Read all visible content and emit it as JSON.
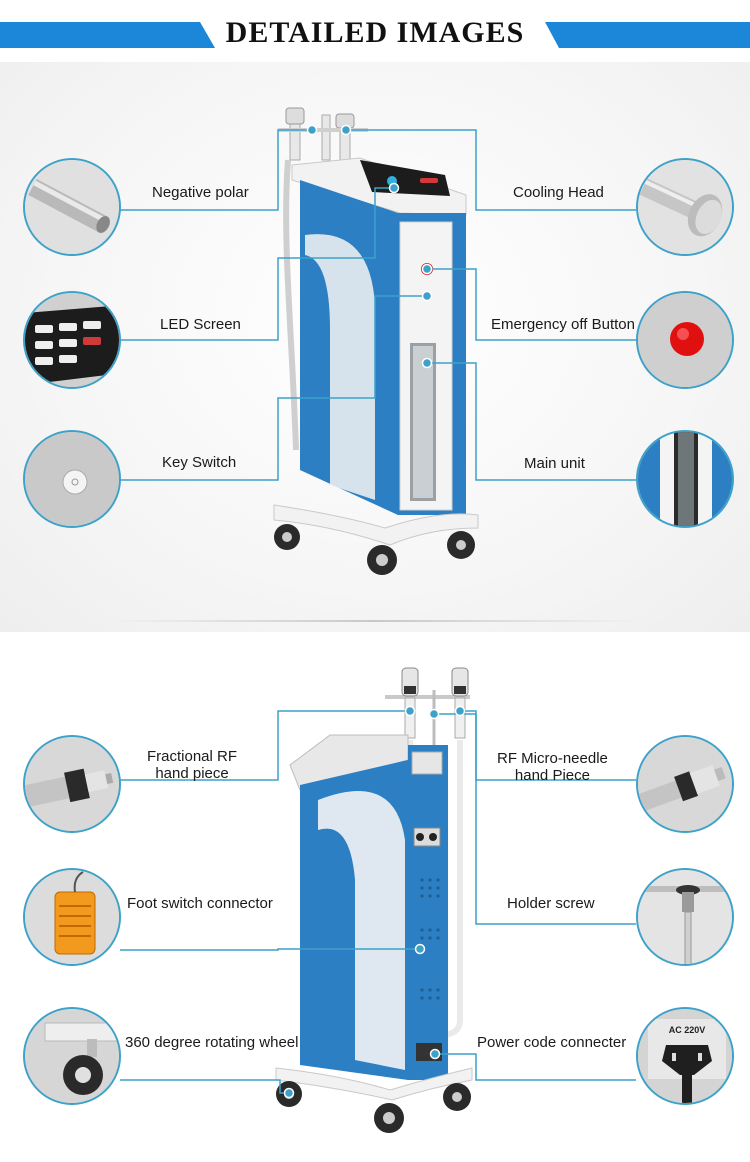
{
  "header": {
    "title": "DETAILED IMAGES"
  },
  "callouts_top": {
    "negative_polar": "Negative polar",
    "led_screen": "LED Screen",
    "key_switch": "Key Switch",
    "cooling_head": "Cooling Head",
    "emergency_off": "Emergency off Button",
    "main_unit": "Main unit"
  },
  "callouts_bottom": {
    "fractional_rf_1": "Fractional RF",
    "fractional_rf_2": "hand piece",
    "foot_switch": "Foot switch connector",
    "rotating_wheel": "360 degree rotating wheel",
    "rf_micro_1": "RF Micro-needle",
    "rf_micro_2": "hand Piece",
    "holder_screw": "Holder screw",
    "power_code": "Power code connecter"
  },
  "plug_text": "AC 220V",
  "colors": {
    "accent": "#1c86d9",
    "line": "#3da1c9",
    "machine": "#2b7fc2"
  }
}
